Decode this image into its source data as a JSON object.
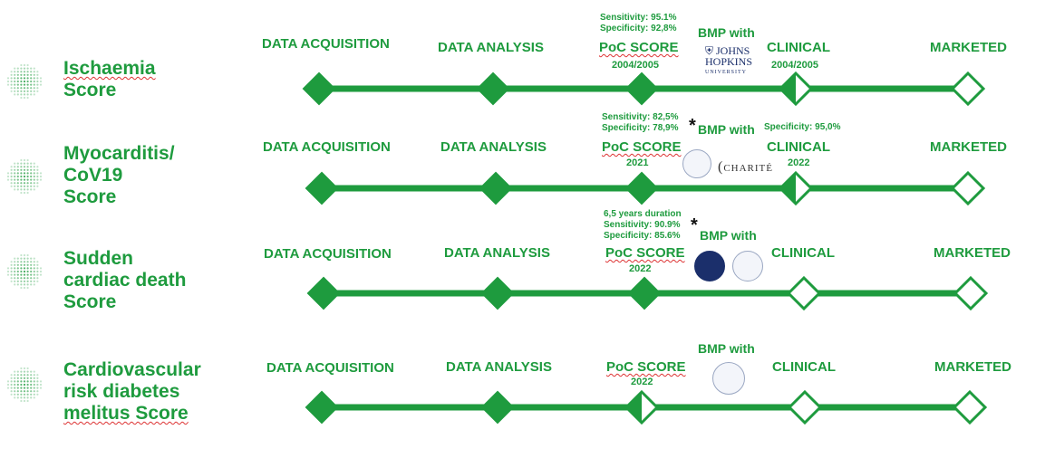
{
  "stages": [
    "DATA ACQUISITION",
    "DATA ANALYSIS",
    "PoC SCORE",
    "CLINICAL",
    "MARKETED"
  ],
  "colors": {
    "accent": "#1e9b3e",
    "star": "#111111"
  },
  "rows": [
    {
      "title_lines": [
        "Ischaemia",
        "Score"
      ],
      "poc_notes": [
        "Sensitivity:  95.1%",
        "Specificity:  92,8%"
      ],
      "poc_year": "2004/2005",
      "bmp": "BMP with",
      "partner_logo": [
        "JOHNS",
        "HOPKINS",
        "UNIVERSITY"
      ],
      "clinical_year": "2004/2005",
      "progress": [
        "filled",
        "filled",
        "filled",
        "half",
        "empty"
      ]
    },
    {
      "title_lines": [
        "Myocarditis/",
        "CoV19",
        "Score"
      ],
      "poc_notes": [
        "Sensitivity:  82,5%",
        "Specificity: 78,9%"
      ],
      "poc_year": "2021",
      "star": "*",
      "bmp": "BMP with",
      "clinical_note": "Specificity: 95,0%",
      "partner_logo": [
        "CHARITÉ"
      ],
      "clinical_year": "2022",
      "progress": [
        "filled",
        "filled",
        "filled",
        "half",
        "empty"
      ]
    },
    {
      "title_lines": [
        "Sudden",
        "cardiac death",
        "Score"
      ],
      "poc_notes": [
        "6,5 years duration",
        "Sensitivity: 90.9%",
        "Specificity: 85.6%"
      ],
      "poc_year": "2022",
      "star": "*",
      "bmp": "BMP with",
      "progress": [
        "filled",
        "filled",
        "filled",
        "empty",
        "empty"
      ]
    },
    {
      "title_lines": [
        "Cardiovascular",
        "risk diabetes",
        "melitus Score"
      ],
      "poc_year": "2022",
      "bmp": "BMP with",
      "progress": [
        "filled",
        "filled",
        "half",
        "empty",
        "empty"
      ]
    }
  ]
}
